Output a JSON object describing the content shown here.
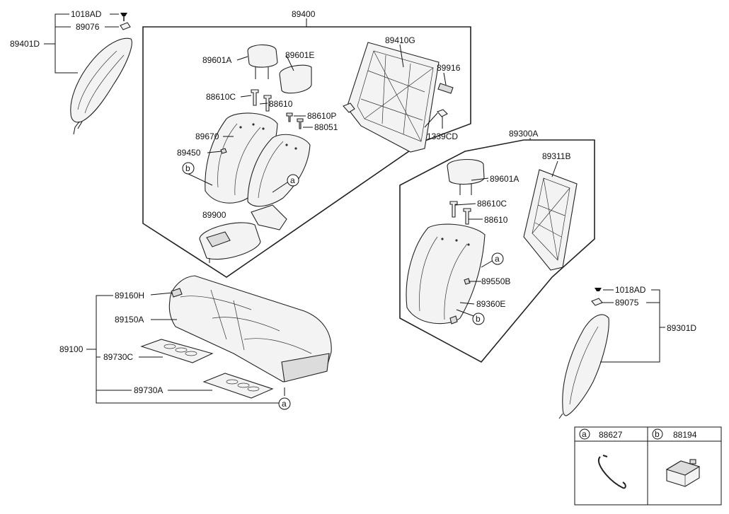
{
  "labels": {
    "l1018AD_a": "1018AD",
    "l89076": "89076",
    "l89401D": "89401D",
    "l89400": "89400",
    "l89601A_a": "89601A",
    "l89601E": "89601E",
    "l88610C_a": "88610C",
    "l88610_a": "88610",
    "l88610P": "88610P",
    "l88051": "88051",
    "l89670": "89670",
    "l89450": "89450",
    "l89900": "89900",
    "l89410G": "89410G",
    "l89916": "89916",
    "l1339CD": "1339CD",
    "l89300A": "89300A",
    "l89311B": "89311B",
    "l89601A_b": "89601A",
    "l88610C_b": "88610C",
    "l88610_b": "88610",
    "l89550B": "89550B",
    "l89360E": "89360E",
    "l1018AD_b": "1018AD",
    "l89075": "89075",
    "l89301D": "89301D",
    "l89160H": "89160H",
    "l89150A": "89150A",
    "l89100": "89100",
    "l89730C": "89730C",
    "l89730A": "89730A"
  },
  "callouts": {
    "a": "a",
    "b": "b"
  },
  "legend": {
    "a_letter": "a",
    "a_part": "88627",
    "b_letter": "b",
    "b_part": "88194"
  }
}
